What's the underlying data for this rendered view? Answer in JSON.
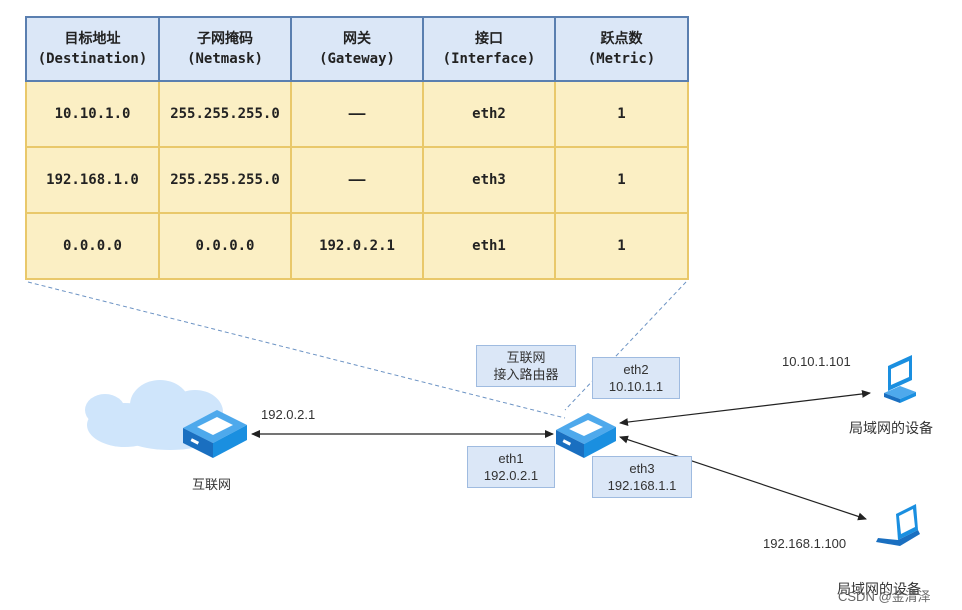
{
  "routing_table": {
    "headers": [
      {
        "zh": "目标地址",
        "en": "(Destination)"
      },
      {
        "zh": "子网掩码",
        "en": "(Netmask)"
      },
      {
        "zh": "网关",
        "en": "(Gateway)"
      },
      {
        "zh": "接口",
        "en": "(Interface)"
      },
      {
        "zh": "跃点数",
        "en": "(Metric)"
      }
    ],
    "rows": [
      [
        "10.10.1.0",
        "255.255.255.0",
        "——",
        "eth2",
        "1"
      ],
      [
        "192.168.1.0",
        "255.255.255.0",
        "——",
        "eth3",
        "1"
      ],
      [
        "0.0.0.0",
        "0.0.0.0",
        "192.0.2.1",
        "eth1",
        "1"
      ]
    ]
  },
  "diagram": {
    "internet_label": "互联网",
    "internet_ip": "192.0.2.1",
    "router_label_line1": "互联网",
    "router_label_line2": "接入路由器",
    "eth1": {
      "name": "eth1",
      "ip": "192.0.2.1"
    },
    "eth2": {
      "name": "eth2",
      "ip": "10.10.1.1"
    },
    "eth3": {
      "name": "eth3",
      "ip": "192.168.1.1"
    },
    "device1_ip": "10.10.1.101",
    "device1_label": "局域网的设备",
    "device2_ip": "192.168.1.100",
    "device2_label": "局域网的设备"
  },
  "watermark": "CSDN @金清泽",
  "colors": {
    "header_bg": "#dbe7f7",
    "cell_bg": "#fbefc4",
    "device_blue": "#1a8fe0",
    "cloud": "#cfe5fb"
  }
}
